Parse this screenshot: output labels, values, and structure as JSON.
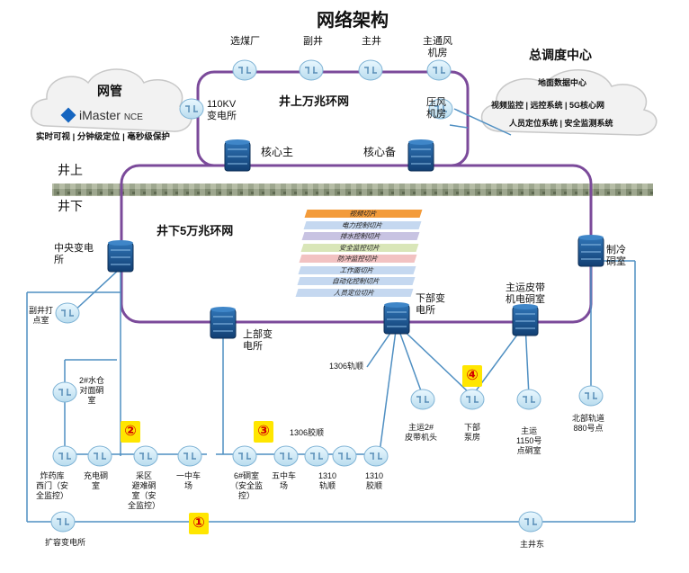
{
  "title": "网络架构",
  "labels": {
    "top_ring": "井上万兆环网",
    "under_ring": "井下5万兆环网",
    "ground_up": "井上",
    "ground_down": "井下",
    "core_main": "核心主",
    "core_backup": "核心备"
  },
  "cloud_mgmt": {
    "title": "网管",
    "brand_i": "i",
    "brand_main": "Master",
    "brand_suffix": "NCE",
    "caption": "实时可视 | 分钟级定位 | 亳秒级保护"
  },
  "dispatch": {
    "title": "总调度中心",
    "cloud_title": "地面数据中心",
    "row1": "视频监控 | 远控系统 | 5G核心网",
    "row2": "人员定位系统 | 安全监测系统"
  },
  "slices": [
    "视频切片",
    "电力控制切片",
    "排水控制切片",
    "安全监控切片",
    "防冲监控切片",
    "工作面切片",
    "自动化控制切片",
    "人员定位切片"
  ],
  "slice_colors": [
    "#f39b3a",
    "#c5d8f0",
    "#c8c3e2",
    "#d9e6b8",
    "#f2c2c2",
    "#c5d8f0",
    "#c5d8f0",
    "#c5d8f0"
  ],
  "nodes": {
    "xuanmei": "选煤厂",
    "fujing": "副井",
    "zhujing": "主井",
    "zhutongfeng": "主通风\n机房",
    "kv110": "110KV\n变电所",
    "yafeng": "压风\n机房",
    "zhongyang": "中央变电\n所",
    "zhileng": "制冷\n硐室",
    "fujing_dadian": "副井打\n点室",
    "shangbu": "上部变\n电所",
    "xiabu": "下部变\n电所",
    "zhuyun_pidai": "主运皮带\n机电硐室",
    "shuicang": "2#水仓\n对面硐\n室",
    "guidao1306": "1306轨顺",
    "jiaoshun1306": "1306胶顺",
    "zhayaoku": "炸药库\n西门（安\n全监控）",
    "chongdian": "充电硐\n室",
    "caiqu": "采区\n避难硐\n室（安\n全监控）",
    "yizhongchechang": "一中车\n场",
    "dongshi6": "6#硐室\n（安全监\n控）",
    "wuzhongchechang": "五中车\n场",
    "guishun1310": "1310\n轨顺",
    "jiaoshun1310": "1310\n胶顺",
    "zhuyun2": "主运2#\n皮带机头",
    "xiabubengfang": "下部\n泵房",
    "zhuyun1150": "主运\n1150号\n点硐室",
    "beibu880": "北部轨道\n880号点",
    "kuorong": "扩容变电所",
    "zhujingdong": "主井东"
  },
  "badges": [
    "①",
    "②",
    "③",
    "④"
  ]
}
